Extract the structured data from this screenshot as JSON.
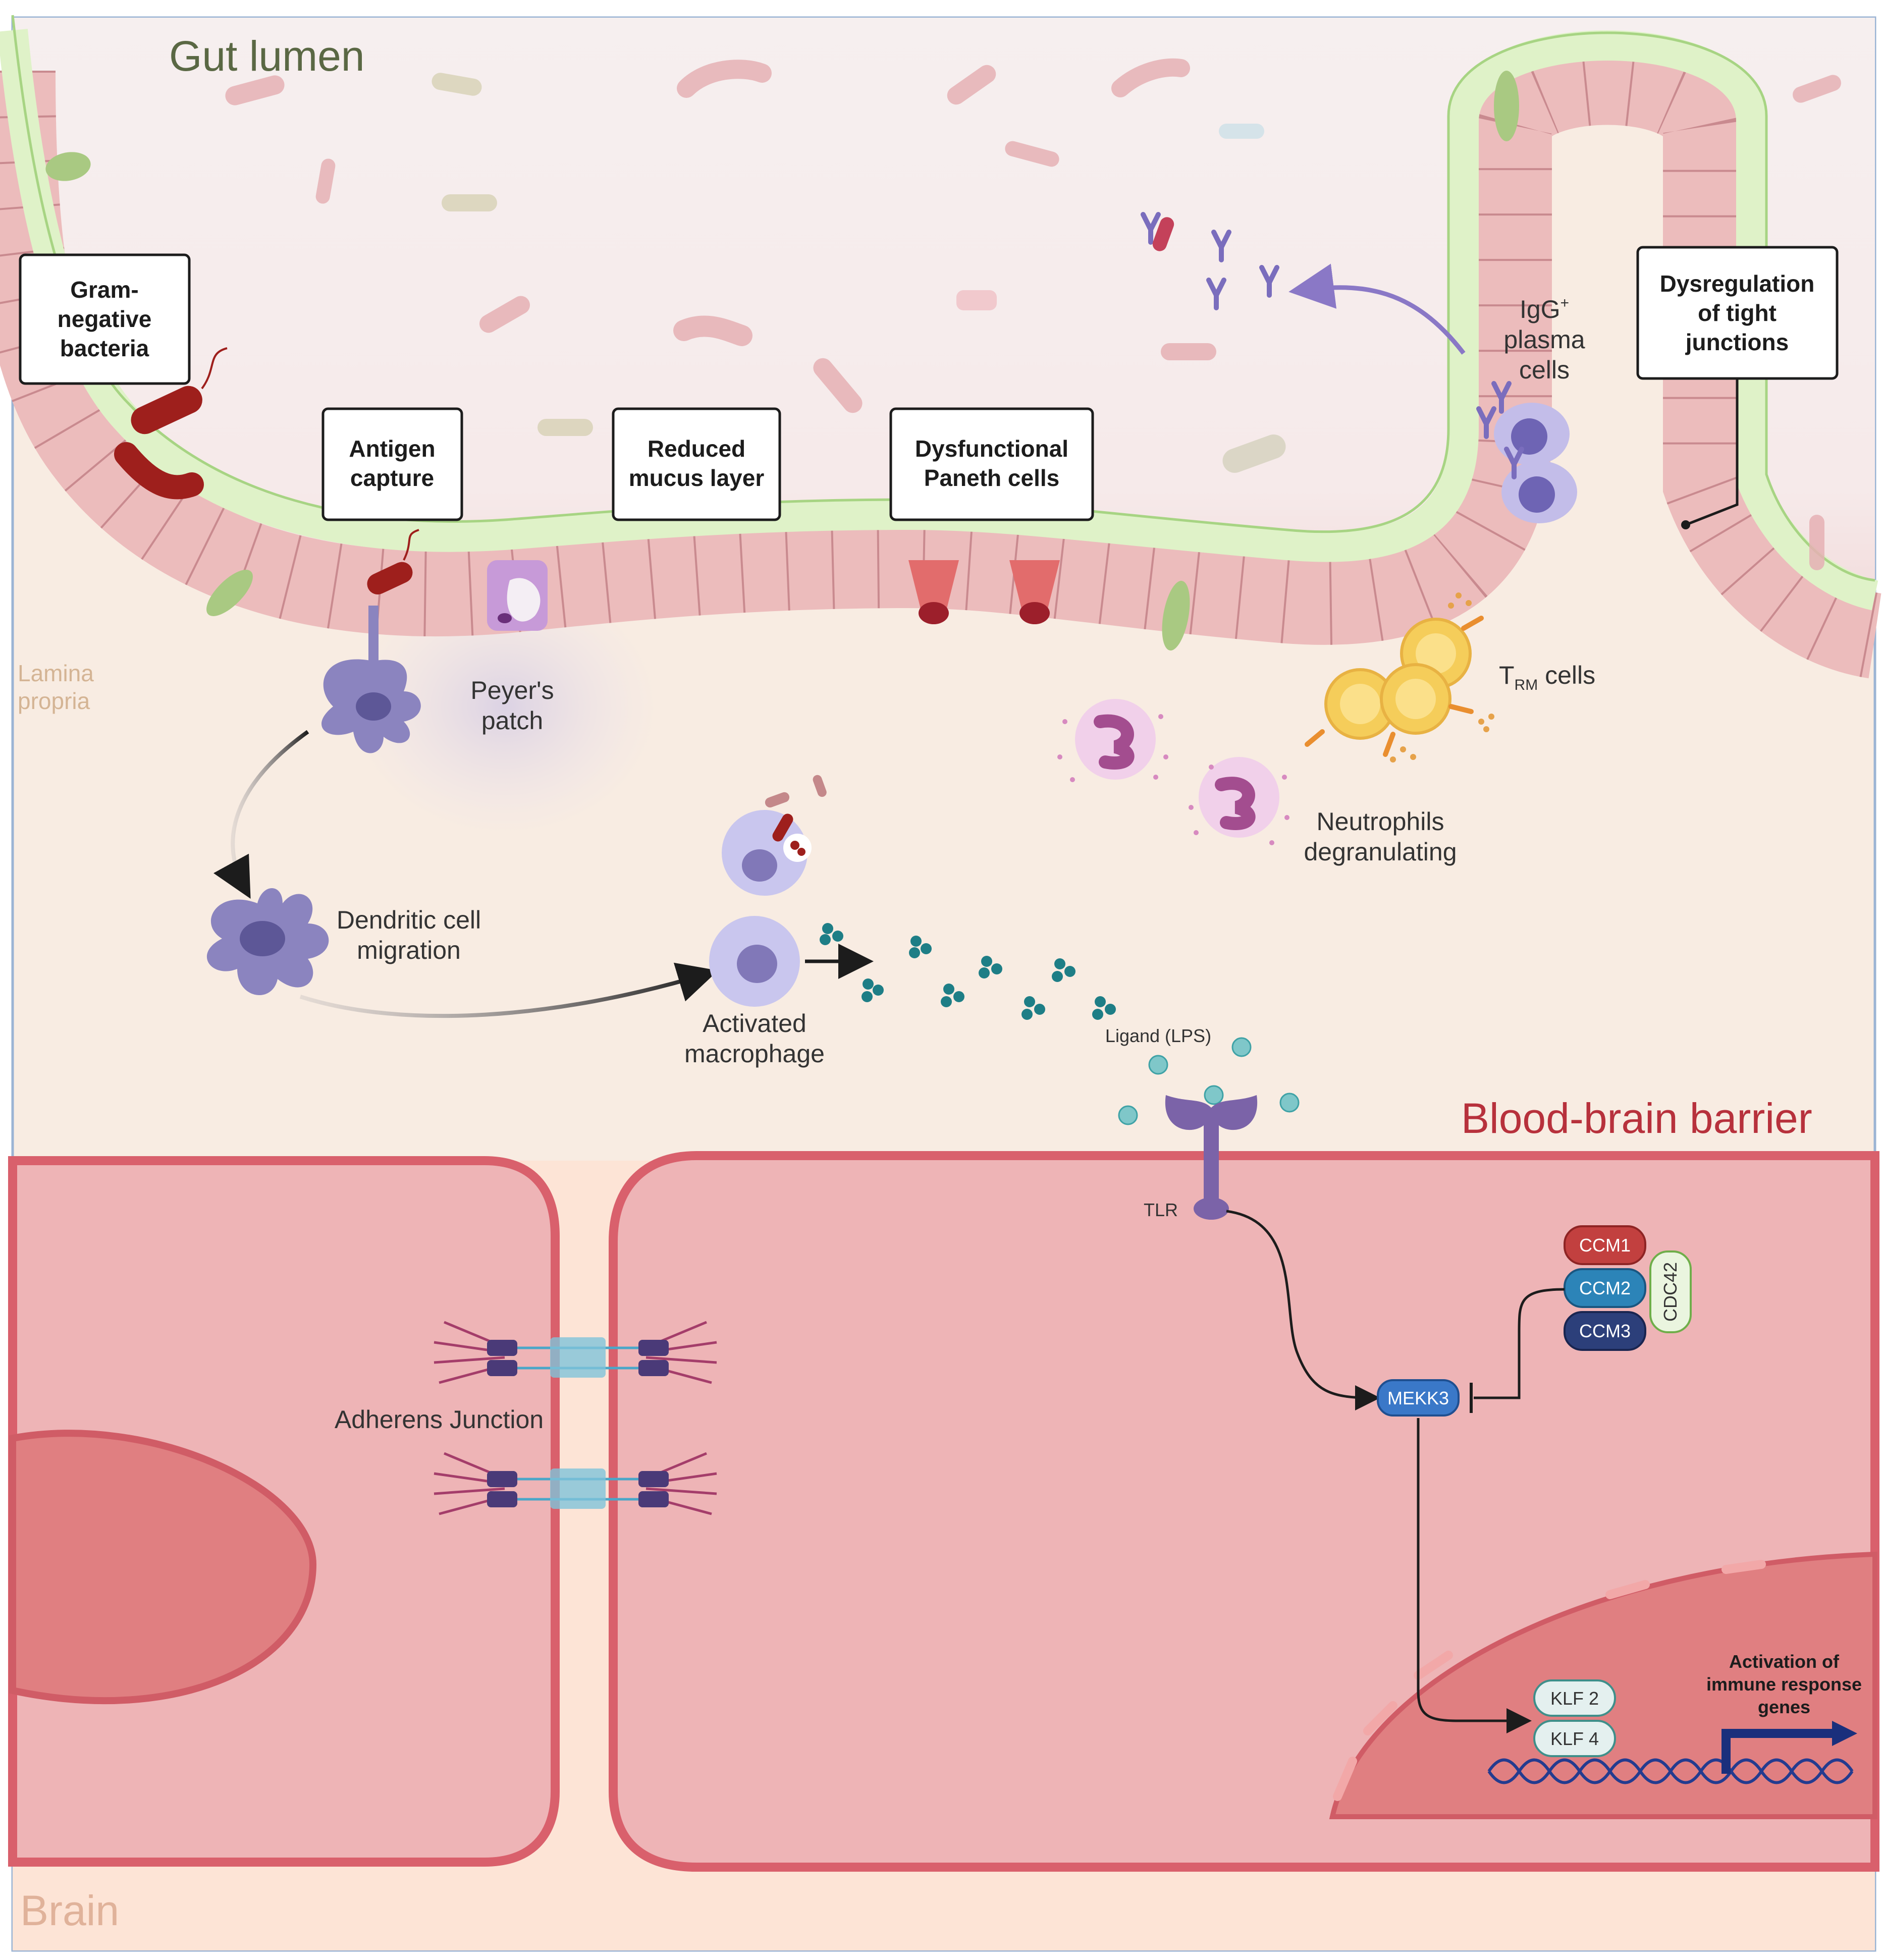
{
  "regions": {
    "gut_lumen": "Gut lumen",
    "lamina_propria_1": "Lamina",
    "lamina_propria_2": "propria",
    "blood_brain_barrier": "Blood-brain barrier",
    "brain": "Brain"
  },
  "callout_boxes": {
    "gram_negative": [
      "Gram-",
      "negative",
      "bacteria"
    ],
    "antigen_capture": [
      "Antigen",
      "capture"
    ],
    "reduced_mucus": [
      "Reduced",
      "mucus layer"
    ],
    "paneth": [
      "Dysfunctional",
      "Paneth cells"
    ],
    "tight_junctions": [
      "Dysregulation",
      "of tight",
      "junctions"
    ]
  },
  "labels": {
    "igg_plasma": [
      "IgG",
      "+",
      "plasma",
      "cells"
    ],
    "peyers_patch": [
      "Peyer's",
      "patch"
    ],
    "trm_cells": [
      "T",
      "RM",
      " cells"
    ],
    "neutrophils": [
      "Neutrophils",
      "degranulating"
    ],
    "dendritic_migration": [
      "Dendritic cell",
      "migration"
    ],
    "activated_macrophage": [
      "Activated",
      "macrophage"
    ],
    "ligand": "Ligand (LPS)",
    "tlr": "TLR",
    "adherens": "Adherens Junction",
    "mekk3": "MEKK3",
    "ccm1": "CCM1",
    "ccm2": "CCM2",
    "ccm3": "CCM3",
    "cdc42": "CDC42",
    "klf2": "KLF 2",
    "klf4": "KLF 4",
    "activation": [
      "Activation of",
      "immune response",
      "genes"
    ]
  },
  "colors": {
    "lumen_bg": "#f7eeee",
    "lamina_bg": "#f8ece2",
    "mucus": "#dff2c8",
    "mucus_edge": "#a7d483",
    "epithelium": "#ecbcbc",
    "endothelial_cell": "#eeb4b6",
    "endothelial_edge": "#d9606c",
    "nucleus": "#e07f81",
    "bbb_title": "#b7313c",
    "ccm1": "#c2403f",
    "ccm2": "#2c84b8",
    "ccm3": "#2c3f7a",
    "mekk3": "#3a78c8",
    "klf": "#e4f0ef",
    "dendritic": "#8b84bf",
    "macrophage": "#c9c6ee",
    "neutrophil": "#e9a6d8",
    "trm": "#f5cd5a",
    "bacteria_red": "#9e1f1c",
    "lps": "#1e7e86"
  }
}
